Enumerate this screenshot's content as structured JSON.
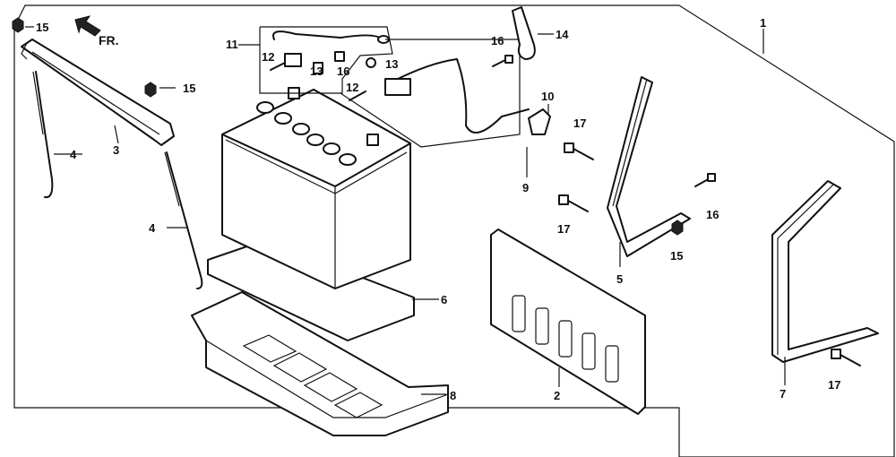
{
  "direction_marker": "FR.",
  "callouts": [
    {
      "id": "c1",
      "text": "1"
    },
    {
      "id": "c2",
      "text": "2"
    },
    {
      "id": "c3",
      "text": "3"
    },
    {
      "id": "c4a",
      "text": "4"
    },
    {
      "id": "c4b",
      "text": "4"
    },
    {
      "id": "c5",
      "text": "5"
    },
    {
      "id": "c6",
      "text": "6"
    },
    {
      "id": "c7",
      "text": "7"
    },
    {
      "id": "c8",
      "text": "8"
    },
    {
      "id": "c9",
      "text": "9"
    },
    {
      "id": "c10",
      "text": "10"
    },
    {
      "id": "c11",
      "text": "11"
    },
    {
      "id": "c12a",
      "text": "12"
    },
    {
      "id": "c12b",
      "text": "12"
    },
    {
      "id": "c13a",
      "text": "13"
    },
    {
      "id": "c13b",
      "text": "13"
    },
    {
      "id": "c14",
      "text": "14"
    },
    {
      "id": "c15a",
      "text": "15"
    },
    {
      "id": "c15b",
      "text": "15"
    },
    {
      "id": "c15c",
      "text": "15"
    },
    {
      "id": "c16a",
      "text": "16"
    },
    {
      "id": "c16b",
      "text": "16"
    },
    {
      "id": "c16c",
      "text": "16"
    },
    {
      "id": "c17a",
      "text": "17"
    },
    {
      "id": "c17b",
      "text": "17"
    },
    {
      "id": "c17c",
      "text": "17"
    }
  ]
}
